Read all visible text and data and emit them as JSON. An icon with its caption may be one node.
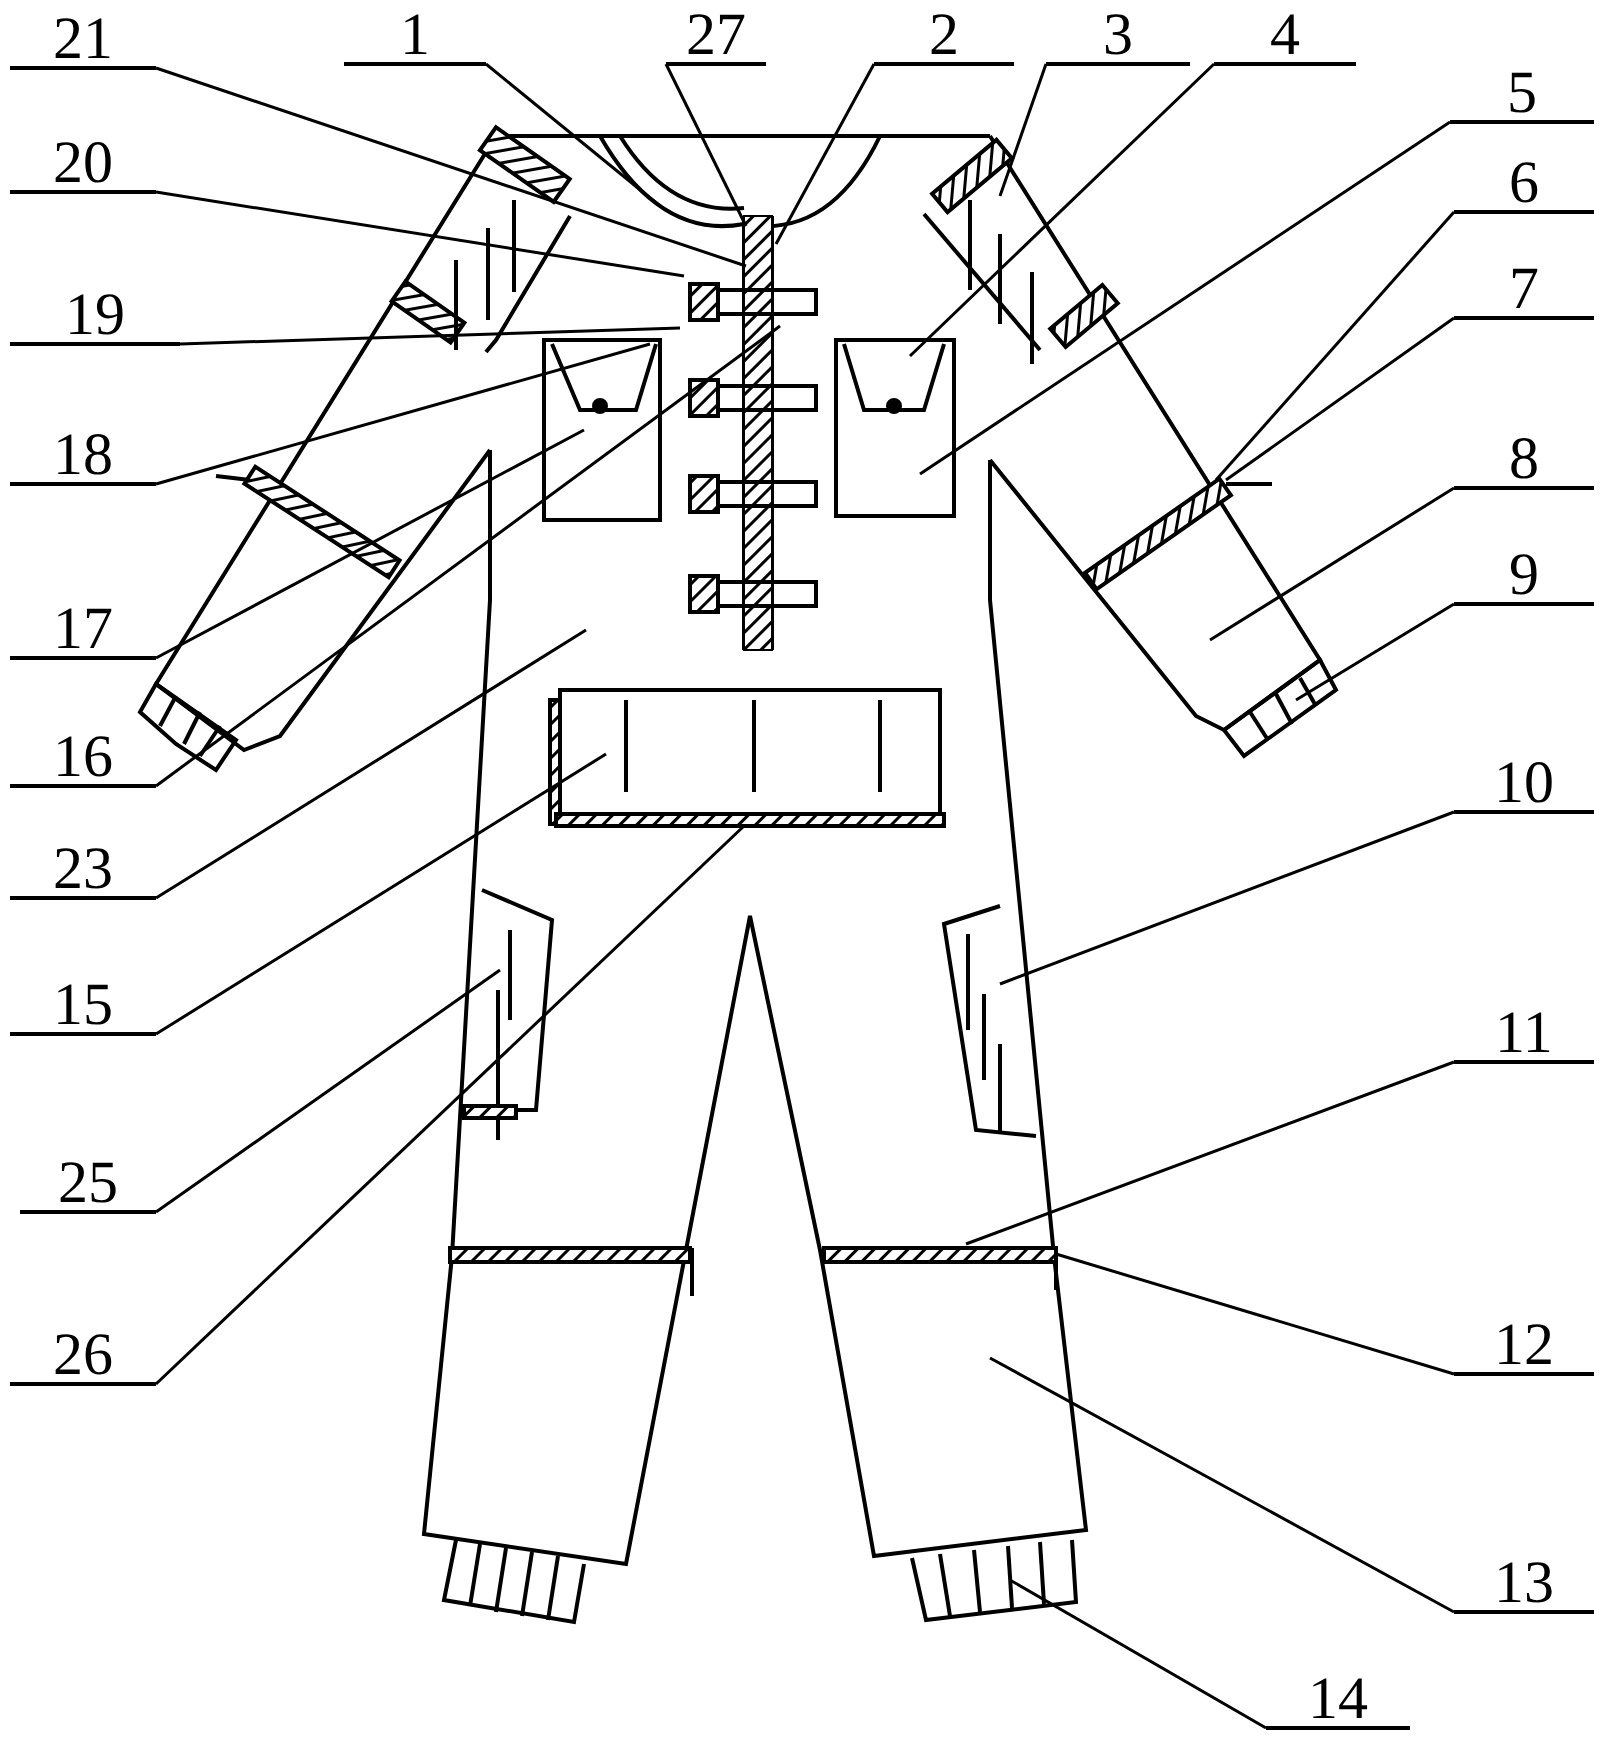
{
  "diagram": {
    "nodes": [
      {
        "text": [
          "21"
        ]
      },
      {
        "text": [
          "1"
        ]
      },
      {
        "text": [
          "27"
        ]
      },
      {
        "text": [
          "2"
        ]
      },
      {
        "text": [
          "3"
        ]
      },
      {
        "text": [
          "4"
        ]
      },
      {
        "text": [
          "20"
        ]
      },
      {
        "text": [
          "5"
        ]
      },
      {
        "text": [
          "6"
        ]
      },
      {
        "text": [
          "19"
        ]
      },
      {
        "text": [
          "7"
        ]
      },
      {
        "text": [
          "18"
        ]
      },
      {
        "text": [
          "8"
        ]
      },
      {
        "text": [
          "17"
        ]
      },
      {
        "text": [
          "9"
        ]
      },
      {
        "text": [
          "16"
        ]
      },
      {
        "text": [
          "23"
        ]
      },
      {
        "text": [
          "10"
        ]
      },
      {
        "text": [
          "15"
        ]
      },
      {
        "text": [
          "25"
        ]
      },
      {
        "text": [
          "11"
        ]
      },
      {
        "text": [
          "26"
        ]
      },
      {
        "text": [
          "12"
        ]
      },
      {
        "text": [
          "13"
        ]
      },
      {
        "text": [
          "14"
        ]
      }
    ],
    "edges": [
      {
        "from": 0,
        "to": null,
        "arrow": "none"
      },
      {
        "from": 1,
        "to": null,
        "arrow": "none"
      },
      {
        "from": 2,
        "to": null,
        "arrow": "none"
      },
      {
        "from": 3,
        "to": null,
        "arrow": "none"
      },
      {
        "from": 4,
        "to": null,
        "arrow": "none"
      },
      {
        "from": 5,
        "to": null,
        "arrow": "none"
      },
      {
        "from": 6,
        "to": null,
        "arrow": "none"
      },
      {
        "from": 7,
        "to": null,
        "arrow": "none"
      },
      {
        "from": 8,
        "to": null,
        "arrow": "none"
      },
      {
        "from": 9,
        "to": null,
        "arrow": "none"
      },
      {
        "from": 10,
        "to": null,
        "arrow": "none"
      },
      {
        "from": 11,
        "to": null,
        "arrow": "none"
      },
      {
        "from": 12,
        "to": null,
        "arrow": "none"
      },
      {
        "from": 13,
        "to": null,
        "arrow": "none"
      },
      {
        "from": 14,
        "to": null,
        "arrow": "none"
      },
      {
        "from": 15,
        "to": null,
        "arrow": "none"
      },
      {
        "from": 16,
        "to": null,
        "arrow": "none"
      },
      {
        "from": 17,
        "to": null,
        "arrow": "none"
      },
      {
        "from": 18,
        "to": null,
        "arrow": "none"
      },
      {
        "from": 19,
        "to": null,
        "arrow": "none"
      },
      {
        "from": 20,
        "to": null,
        "arrow": "none"
      },
      {
        "from": 21,
        "to": null,
        "arrow": "none"
      },
      {
        "from": 22,
        "to": null,
        "arrow": "none"
      },
      {
        "from": 23,
        "to": null,
        "arrow": "none"
      },
      {
        "from": 24,
        "to": null,
        "arrow": "none"
      }
    ]
  }
}
